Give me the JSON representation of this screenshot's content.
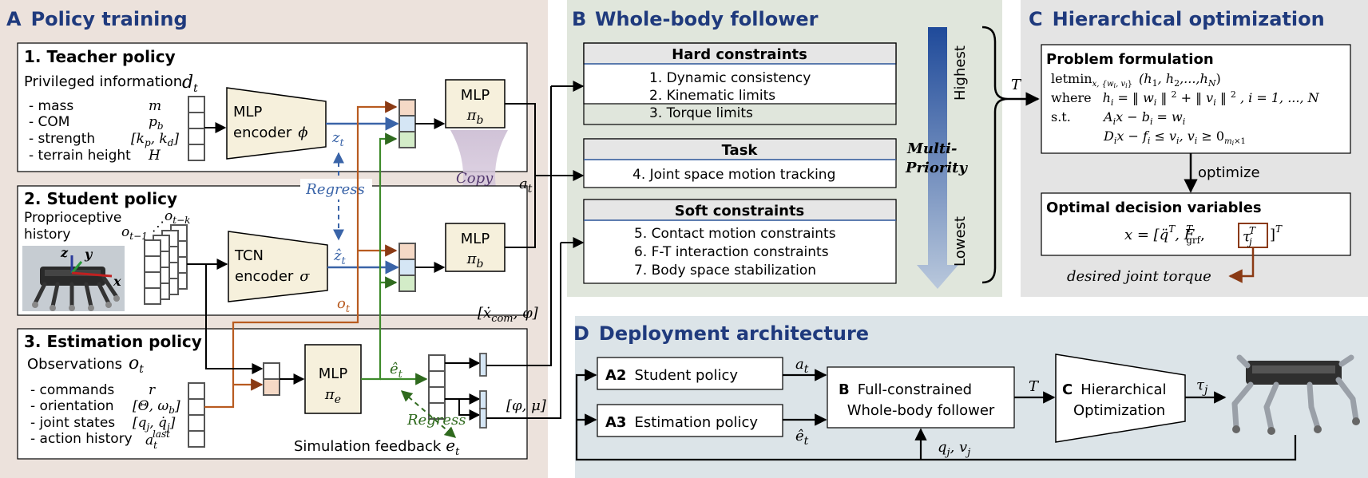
{
  "panels": {
    "A": {
      "letter": "A",
      "title": "Policy training",
      "teacher": {
        "title": "1. Teacher policy",
        "privileged": "Privileged information",
        "privileged_sym": "d",
        "privileged_sub": "t",
        "items": [
          {
            "label": "- mass",
            "sym": "m"
          },
          {
            "label": "- COM",
            "sym": "p",
            "sub": "b"
          },
          {
            "label": "- strength",
            "sym": "[k",
            "sub": "p",
            "sym2": ", k",
            "sub2": "d",
            "tail": "]"
          },
          {
            "label": "- terrain height",
            "sym": "H"
          }
        ],
        "encoder_line1": "MLP",
        "encoder_line2": "encoder",
        "encoder_sym": "ϕ",
        "latent": "z",
        "latent_sub": "t",
        "mlp_label": "MLP",
        "mlp_sym": "π",
        "mlp_sub": "b"
      },
      "student": {
        "title": "2. Student policy",
        "proprio1": "Proprioceptive",
        "proprio2": "history",
        "obs_first": "o",
        "obs_first_sub": "t−1",
        "obs_last": "o",
        "obs_last_sub": "t−k",
        "encoder_line1": "TCN",
        "encoder_line2": "encoder",
        "encoder_sym": "σ",
        "latent": "ẑ",
        "latent_sub": "t",
        "mlp_label": "MLP",
        "mlp_sym": "π",
        "mlp_sub": "b",
        "robot_axes": [
          "z",
          "y",
          "x"
        ]
      },
      "regress": "Regress",
      "copy": "Copy",
      "action": "a",
      "action_sub": "t",
      "obs": "o",
      "obs_sub": "t",
      "est_output": "[ẋ",
      "est_output_sub": "com",
      "est_output_tail": ", φ]",
      "estimation": {
        "title": "3. Estimation policy",
        "observations": "Observations",
        "obs_sym": "o",
        "obs_sub": "t",
        "items": [
          {
            "label": "- commands",
            "sym": "r"
          },
          {
            "label": "- orientation",
            "sym": "[Θ, ω",
            "sub": "b",
            "tail": "]"
          },
          {
            "label": "- joint states",
            "sym": "[q",
            "sub": "j",
            "sym2": ", q̇",
            "sub2": "j",
            "tail": "]"
          },
          {
            "label": "- action history",
            "sym": "a",
            "sub": "t",
            "sup": "last"
          }
        ],
        "mlp_label": "MLP",
        "mlp_sym": "π",
        "mlp_sub": "e",
        "est": "ê",
        "est_sub": "t",
        "output": "[φ, μ]",
        "regress": "Regress",
        "feedback": "Simulation feedback",
        "feedback_sym": "e",
        "feedback_sub": "t"
      }
    },
    "B": {
      "letter": "B",
      "title": "Whole-body follower",
      "groups": [
        {
          "title": "Hard constraints",
          "items": [
            "1. Dynamic consistency",
            "2. Kinematic limits",
            "3. Torque limits"
          ]
        },
        {
          "title": "Task",
          "items": [
            "4. Joint space motion tracking"
          ]
        },
        {
          "title": "Soft constraints",
          "items": [
            "5. Contact motion constraints",
            "6. F-T interaction constraints",
            "7. Body space stabilization"
          ]
        }
      ],
      "highest": "Highest",
      "lowest": "Lowest",
      "multi": "Multi-",
      "priority": "Priority",
      "output": "T"
    },
    "C": {
      "letter": "C",
      "title": "Hierarchical optimization",
      "problem_title": "Problem formulation",
      "row1_kw": "letmin",
      "row1_sub": "x, {w",
      "row1_sub2": "i",
      "row1_sub3": ", v",
      "row1_sub4": "i",
      "row1_sub5": "}",
      "row1_expr": "(h",
      "row1_expr_s1": "1",
      "row1_expr_m": ", h",
      "row1_expr_s2": "2",
      "row1_expr_m2": ",...,h",
      "row1_expr_s3": "N",
      "row1_expr_t": ")",
      "row2_kw": "where",
      "row2_expr": "h",
      "row2_sub": "i",
      "row2_mid": " = ‖ w",
      "row2_sub2": "i",
      "row2_mid2": " ‖ ",
      "row2_sup": "2",
      "row2_mid3": " + ‖ v",
      "row2_sub3": "i",
      "row2_mid4": " ‖ ",
      "row2_sup2": "2",
      "row2_tail": " ,  i = 1, ..., N",
      "row3_kw": "s.t.",
      "row3_expr": "A",
      "row3_sub": "i",
      "row3_mid": "x − b",
      "row3_sub2": "i",
      "row3_mid2": " = w",
      "row3_sub3": "i",
      "row4_expr": "D",
      "row4_sub": "i",
      "row4_mid": "x − f",
      "row4_sub2": "i",
      "row4_mid2": " ≤ v",
      "row4_sub3": "i",
      "row4_mid3": ",   v",
      "row4_sub4": "i",
      "row4_mid4": " ≥ 0",
      "row4_sub5": "m",
      "row4_sub6": "i",
      "row4_sub7": "×1",
      "input": "T",
      "optimize": "optimize",
      "optimal_title": "Optimal decision variables",
      "x_expr": "x = [q̈",
      "x_sup1": "T",
      "x_mid": ",  F",
      "x_sub": "grf",
      "x_sup2": "T",
      "x_mid2": ",",
      "tau": "τ",
      "tau_sub": "j",
      "tau_sup": "T",
      "x_tail": "]",
      "x_sup3": "T",
      "desired": "desired joint torque"
    },
    "D": {
      "letter": "D",
      "title": "Deployment architecture",
      "student_code": "A2",
      "student_label": "Student policy",
      "est_code": "A3",
      "est_label": "Estimation policy",
      "a_sym": "a",
      "a_sub": "t",
      "e_sym": "ê",
      "e_sub": "t",
      "follower_code": "B",
      "follower_line1": "Full-constrained",
      "follower_line2": "Whole-body follower",
      "T": "T",
      "opt_code": "C",
      "opt_line1": "Hierarchical",
      "opt_line2": "Optimization",
      "tau_sym": "τ",
      "tau_sub": "j",
      "feedback": "q",
      "feedback_sub": "j",
      "feedback_mid": ", v",
      "feedback_sub2": "j"
    }
  },
  "colors": {
    "panelA": "#ece2dc",
    "panelB": "#e0e6dc",
    "panelC": "#e4e4e4",
    "panelD": "#dce4e8",
    "heading": "#1f3a7d",
    "blue": "#3a64a8",
    "orange": "#b85b20",
    "green": "#3d8a2a",
    "encoder_fill": "#f6f0dc",
    "header_fill": "#e6e6e6",
    "priority_arrow": "#2d5aa0"
  }
}
